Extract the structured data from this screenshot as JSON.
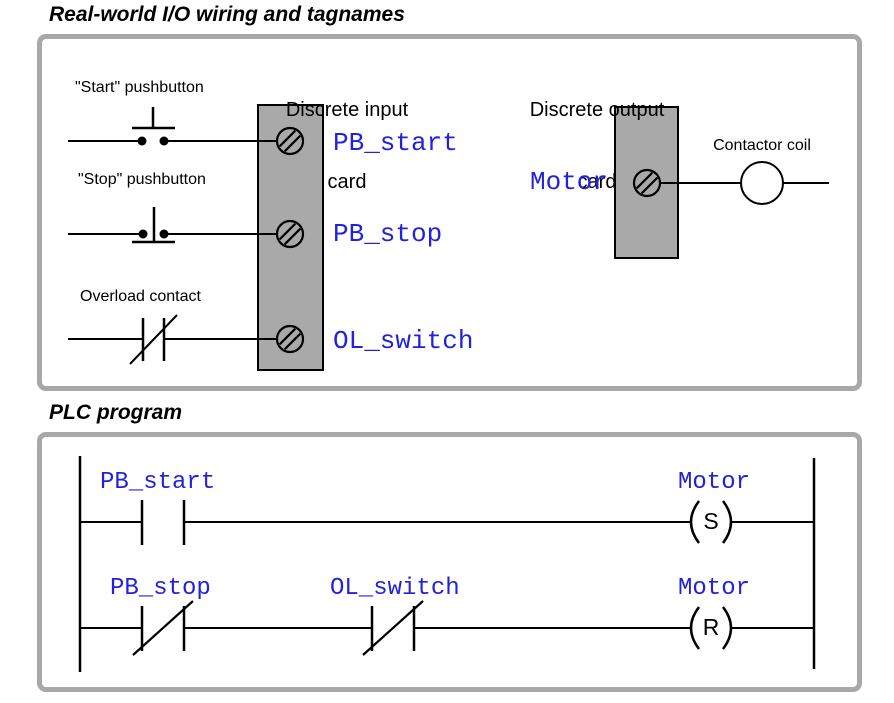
{
  "colors": {
    "tag_blue": "#2222dd",
    "box_border": "#a8a8a8",
    "card_fill": "#a9a9a9",
    "wire_black": "#000000"
  },
  "wiring_panel": {
    "title": "Real-world I/O wiring and tagnames",
    "input_card": {
      "heading_line1": "Discrete input",
      "heading_line2": "card"
    },
    "output_card": {
      "heading_line1": "Discrete output",
      "heading_line2": "card"
    },
    "devices": [
      {
        "label": "\"Start\" pushbutton",
        "tag": "PB_start",
        "type": "normally-open pushbutton"
      },
      {
        "label": "\"Stop\" pushbutton",
        "tag": "PB_stop",
        "type": "normally-closed pushbutton"
      },
      {
        "label": "Overload contact",
        "tag": "OL_switch",
        "type": "normally-closed contact"
      }
    ],
    "output": {
      "tag": "Motor",
      "device_label": "Contactor coil"
    }
  },
  "plc_panel": {
    "title": "PLC program",
    "rungs": [
      {
        "contacts": [
          {
            "tag": "PB_start",
            "type": "NO"
          }
        ],
        "coil": {
          "tag": "Motor",
          "letter": "S",
          "type": "set"
        }
      },
      {
        "contacts": [
          {
            "tag": "PB_stop",
            "type": "NC"
          },
          {
            "tag": "OL_switch",
            "type": "NC"
          }
        ],
        "coil": {
          "tag": "Motor",
          "letter": "R",
          "type": "reset"
        }
      }
    ]
  }
}
